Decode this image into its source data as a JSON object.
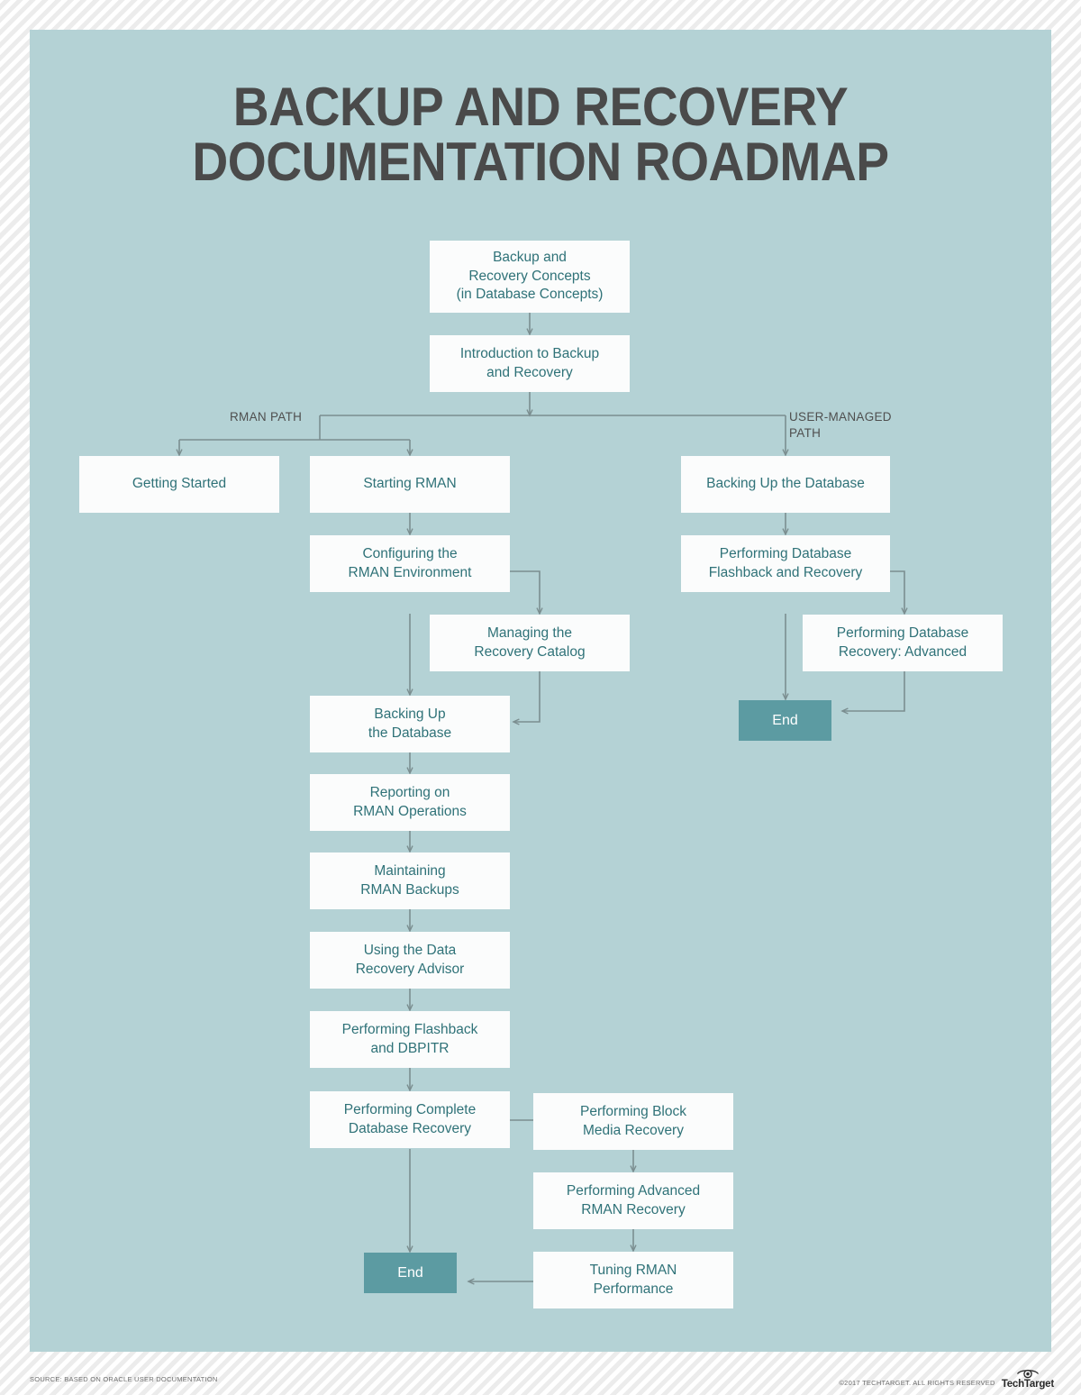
{
  "poster": {
    "title": "Backup and Recovery\nDocumentation Roadmap",
    "background_color": "#b4d2d5",
    "node_fill": "#fbfcfc",
    "node_text_color": "#2f7278",
    "end_fill": "#5c9ba2",
    "end_text_color": "#ffffff",
    "connector_color": "#7b8e90",
    "title_color": "#4a4a4a"
  },
  "path_labels": {
    "rman": "RMAN PATH",
    "user_managed": "USER-MANAGED\nPATH"
  },
  "nodes": {
    "concepts": "Backup and\nRecovery Concepts\n(in Database Concepts)",
    "intro": "Introduction to Backup\nand Recovery",
    "getting_started": "Getting Started",
    "starting_rman": "Starting RMAN",
    "configuring_rman": "Configuring the\nRMAN Environment",
    "managing_catalog": "Managing the\nRecovery Catalog",
    "backing_up_rman": "Backing Up\nthe Database",
    "reporting": "Reporting on\nRMAN Operations",
    "maintaining": "Maintaining\nRMAN Backups",
    "data_recovery_advisor": "Using the Data\nRecovery Advisor",
    "flashback_dbpitr": "Performing Flashback\nand DBPITR",
    "complete_recovery": "Performing Complete\nDatabase Recovery",
    "block_media": "Performing Block\nMedia Recovery",
    "advanced_rman": "Performing Advanced\nRMAN Recovery",
    "tuning_rman": "Tuning RMAN\nPerformance",
    "end_rman": "End",
    "backing_up_um": "Backing Up the Database",
    "flashback_um": "Performing Database\nFlashback and Recovery",
    "advanced_um": "Performing Database\nRecovery: Advanced",
    "end_um": "End"
  },
  "footer": {
    "source": "Source: Based on Oracle user documentation",
    "copyright": "©2017 TechTarget. All rights reserved",
    "brand": "TechTarget"
  }
}
